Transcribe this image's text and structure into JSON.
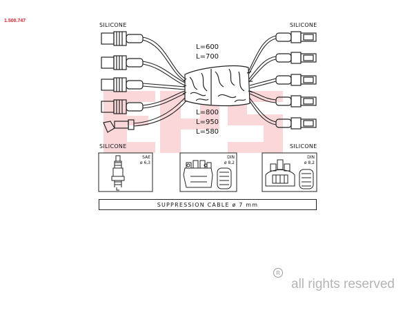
{
  "part_number": "1.500.747",
  "labels": {
    "silicone_top_left": "SILICONE",
    "silicone_top_right": "SILICONE",
    "silicone_bottom_left": "SILICONE",
    "silicone_bottom_right": "SILICONE"
  },
  "lengths_top": [
    "L=600",
    "L=700"
  ],
  "lengths_bottom": [
    "L=800",
    "L=950",
    "L=580"
  ],
  "boxes": {
    "spark_plug": {
      "standard": "SAE",
      "size": "ø 6,3"
    },
    "distributor_1": {
      "standard": "DIN",
      "size": "ø 8,2"
    },
    "distributor_2": {
      "standard": "DIN",
      "size": "ø 8,2"
    }
  },
  "cable_label": "SUPPRESSION CABLE  ø  7 mm",
  "registered_mark": "R",
  "rights_text": "all rights reserved",
  "colors": {
    "watermark": "#e8303a",
    "part_number": "#d9232e",
    "ink": "#222222"
  }
}
